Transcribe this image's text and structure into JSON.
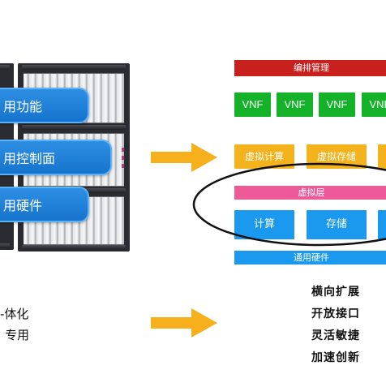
{
  "legacy": {
    "labels": [
      "用功能",
      "用控制面",
      "用硬件"
    ],
    "traits": [
      "-体化",
      "专用"
    ]
  },
  "nfv": {
    "orchestration": "编排管理",
    "vnfs": [
      "VNF",
      "VNF",
      "VNF",
      "VNF"
    ],
    "virtual_functions": [
      "虚拟计算",
      "虚拟存储",
      ""
    ],
    "virtual_layer": "虚拟层",
    "resources": [
      "计算",
      "存储",
      ""
    ],
    "hardware": "通用硬件",
    "traits": [
      "横向扩展",
      "开放接口",
      "灵活敏捷",
      "加速创新"
    ]
  },
  "colors": {
    "orchestration": "#c8201c",
    "vnf": "#14b229",
    "virtual_function": "#f4b21c",
    "virtual_layer": "#ed5a97",
    "resource": "#1a99ee",
    "arrow": "#f5b01c",
    "legacy_label": "#1673cd"
  }
}
